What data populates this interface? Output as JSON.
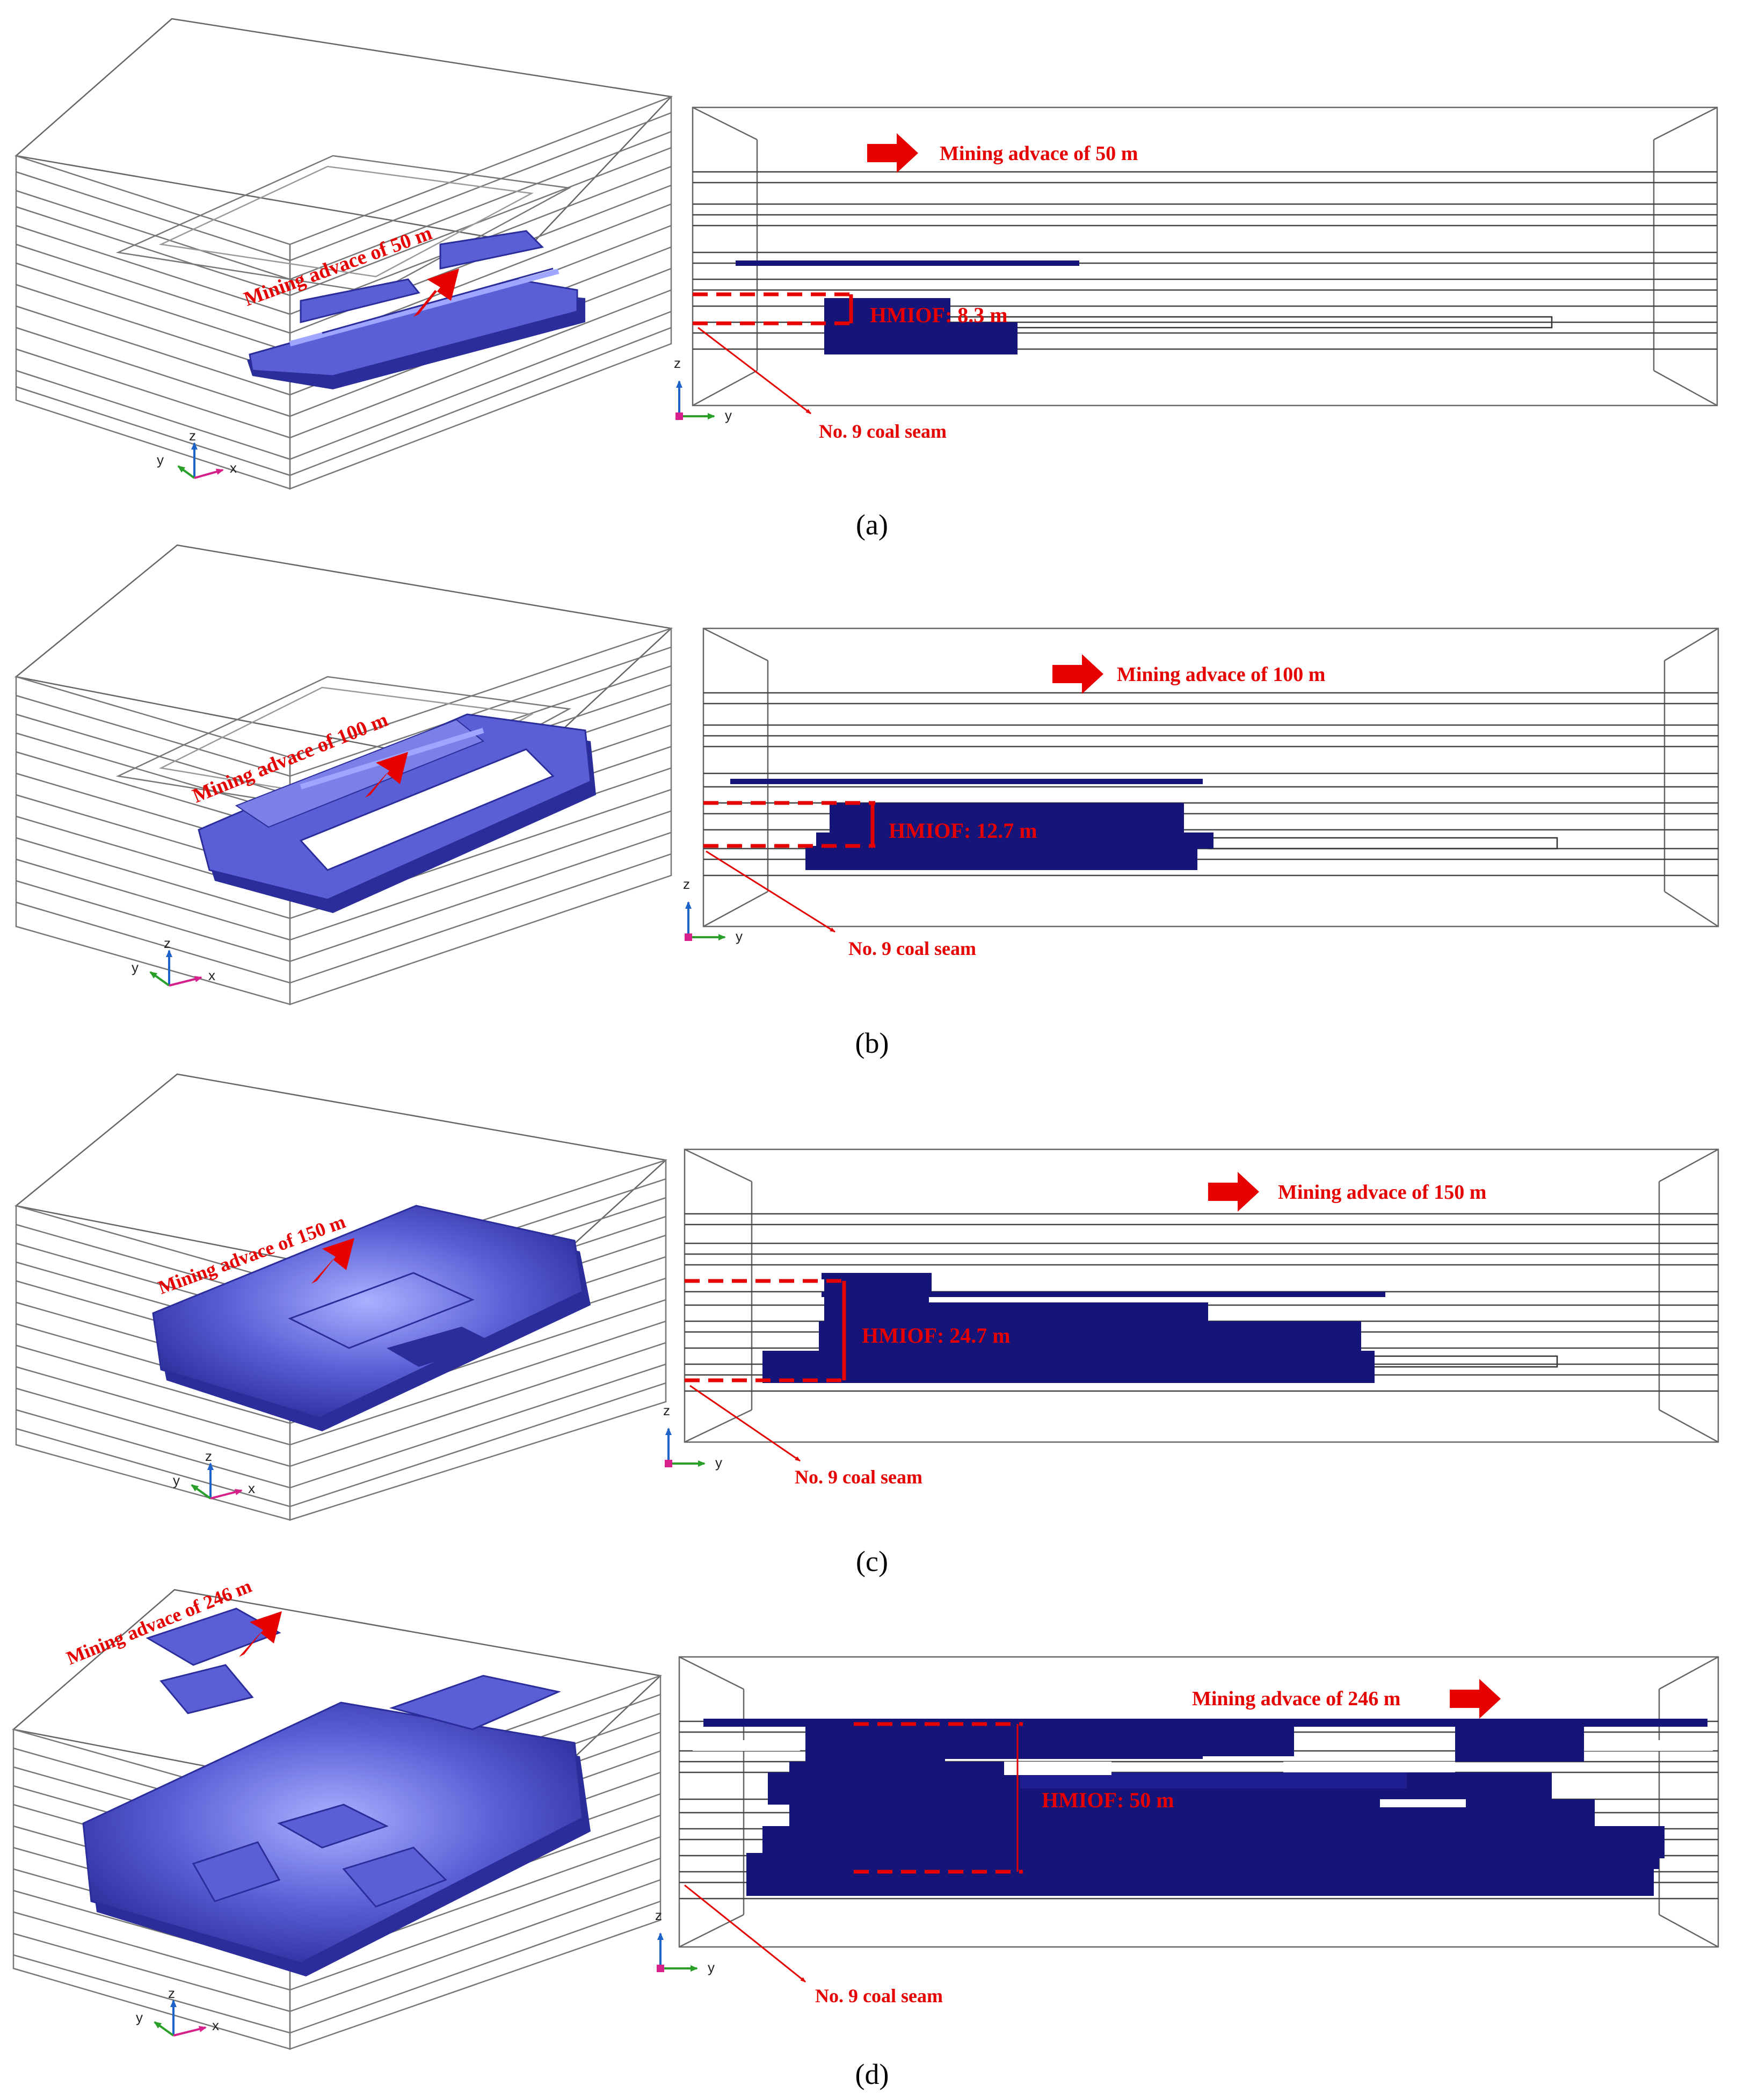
{
  "colors": {
    "zone_fill": "#141479",
    "zone_fill_3d": "#5a5fd6",
    "zone_highlight": "#9ea6ff",
    "annotation_red": "#e60000",
    "frame_line": "#555555"
  },
  "panels": [
    {
      "id": "a",
      "caption": "(a)",
      "advance_label": "Mining advace of 50 m",
      "height_label": "HMIOF: 8.3 m",
      "seam_label": "No. 9 coal seam"
    },
    {
      "id": "b",
      "caption": "(b)",
      "advance_label": "Mining advace of 100 m",
      "height_label": "HMIOF: 12.7 m",
      "seam_label": "No. 9 coal seam"
    },
    {
      "id": "c",
      "caption": "(c)",
      "advance_label": "Mining advace of 150 m",
      "height_label": "HMIOF: 24.7 m",
      "seam_label": "No. 9 coal seam"
    },
    {
      "id": "d",
      "caption": "(d)",
      "advance_label": "Mining advace of 246 m",
      "height_label": "HMIOF: 50 m",
      "seam_label": "No. 9 coal seam"
    }
  ],
  "axes": {
    "x": "x",
    "y": "y",
    "z": "z"
  }
}
